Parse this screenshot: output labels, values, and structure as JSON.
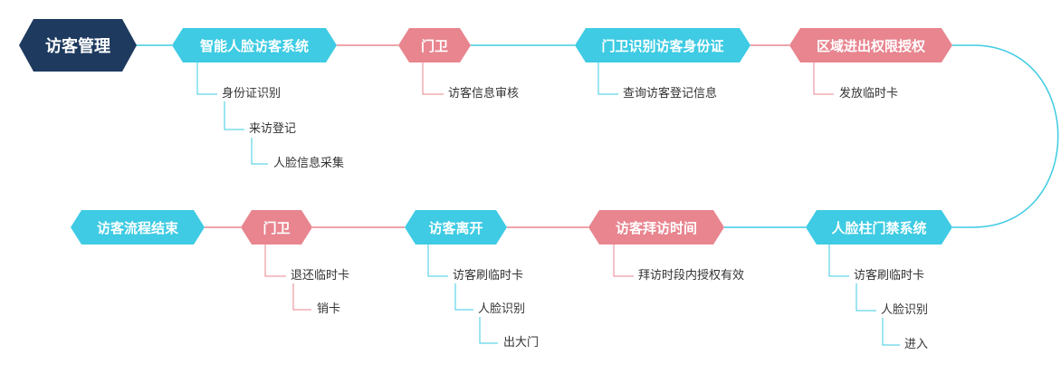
{
  "root": {
    "label": "访客管理"
  },
  "top_row": {
    "n1": {
      "label": "智能人脸访客系统"
    },
    "n2": {
      "label": "门卫"
    },
    "n3": {
      "label": "门卫识别访客身份证"
    },
    "n4": {
      "label": "区域进出权限授权"
    }
  },
  "bottom_row": {
    "n5": {
      "label": "人脸柱门禁系统"
    },
    "n6": {
      "label": "访客拜访时间"
    },
    "n7": {
      "label": "访客离开"
    },
    "n8": {
      "label": "门卫"
    },
    "n9": {
      "label": "访客流程结束"
    }
  },
  "leaves": {
    "n1": [
      "身份证识别",
      "来访登记",
      "人脸信息采集"
    ],
    "n2": [
      "访客信息审核"
    ],
    "n3": [
      "查询访客登记信息"
    ],
    "n4": [
      "发放临时卡"
    ],
    "n5": [
      "访客刷临时卡",
      "人脸识别",
      "进入"
    ],
    "n6": [
      "拜访时段内授权有效"
    ],
    "n7": [
      "访客刷临时卡",
      "人脸识别",
      "出大门"
    ],
    "n8": [
      "退还临时卡",
      "销卡"
    ]
  },
  "colors": {
    "root": "#1e3a5f",
    "blue": "#3ecbe3",
    "pink": "#e8858f",
    "leaf_line_blue": "#3ecbe3",
    "leaf_line_pink": "#e8858f"
  }
}
